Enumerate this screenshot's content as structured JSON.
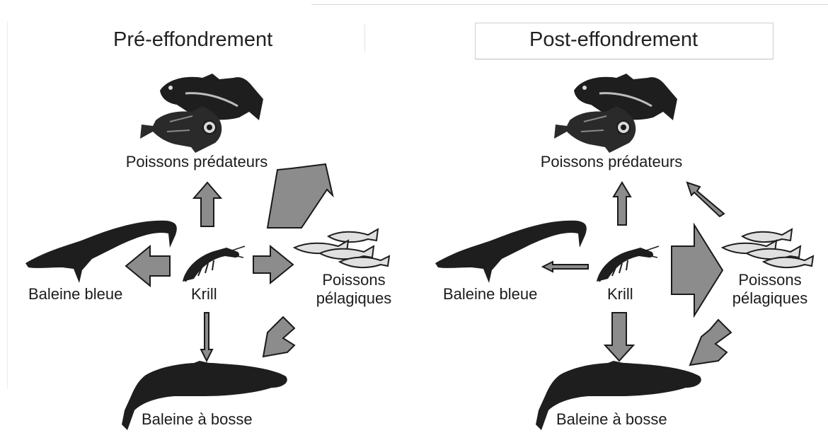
{
  "panels": [
    {
      "id": "pre",
      "title": "Pré-effondrement",
      "labels": {
        "predatory_fish": "Poissons prédateurs",
        "blue_whale": "Baleine bleue",
        "krill": "Krill",
        "pelagic_fish_line1": "Poissons",
        "pelagic_fish_line2": "pélagiques",
        "humpback_whale": "Baleine à bosse"
      }
    },
    {
      "id": "post",
      "title": "Post-effondrement",
      "labels": {
        "predatory_fish": "Poissons prédateurs",
        "blue_whale": "Baleine bleue",
        "krill": "Krill",
        "pelagic_fish_line1": "Poissons",
        "pelagic_fish_line2": "pélagiques",
        "humpback_whale": "Baleine à bosse"
      }
    }
  ],
  "colors": {
    "arrow_fill": "#8c8c8c",
    "arrow_stroke": "#1a1a1a",
    "animal_fill": "#1e1e1e",
    "text": "#1c1c1c"
  },
  "icons": [
    "cod-icon",
    "rockfish-icon",
    "blue-whale-icon",
    "krill-icon",
    "sardine-school-icon",
    "humpback-whale-icon"
  ]
}
